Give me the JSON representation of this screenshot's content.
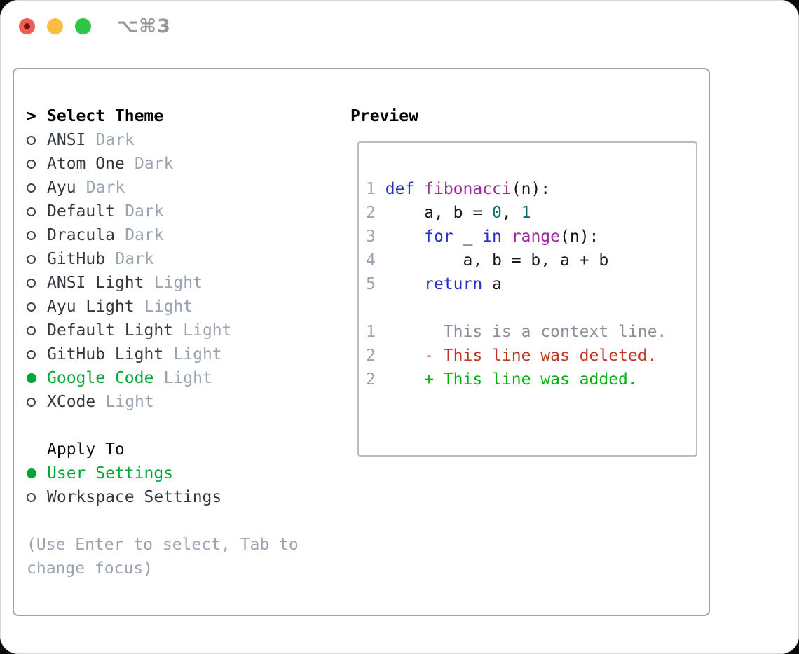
{
  "titlebar": {
    "shortcut_label": "⌥⌘3"
  },
  "colors": {
    "accent_green": "#00a737",
    "keyword_blue": "#2434c0",
    "function_purple": "#9a2a9e",
    "literal_teal": "#0d6b6e",
    "deleted_red": "#c23420",
    "added_green": "#00b40b",
    "muted_gray": "#9aa4b1",
    "line_number_gray": "#9aa6b4",
    "context_gray": "#8a919a"
  },
  "theme_panel": {
    "prompt": ">",
    "title": "Select Theme",
    "themes": [
      {
        "name": "ANSI",
        "variant": "Dark",
        "selected": false
      },
      {
        "name": "Atom One",
        "variant": "Dark",
        "selected": false
      },
      {
        "name": "Ayu",
        "variant": "Dark",
        "selected": false
      },
      {
        "name": "Default",
        "variant": "Dark",
        "selected": false
      },
      {
        "name": "Dracula",
        "variant": "Dark",
        "selected": false
      },
      {
        "name": "GitHub",
        "variant": "Dark",
        "selected": false
      },
      {
        "name": "ANSI Light",
        "variant": "Light",
        "selected": false
      },
      {
        "name": "Ayu Light",
        "variant": "Light",
        "selected": false
      },
      {
        "name": "Default Light",
        "variant": "Light",
        "selected": false
      },
      {
        "name": "GitHub Light",
        "variant": "Light",
        "selected": false
      },
      {
        "name": "Google Code",
        "variant": "Light",
        "selected": true
      },
      {
        "name": "XCode",
        "variant": "Light",
        "selected": false
      }
    ],
    "apply_to": {
      "title": "Apply To",
      "options": [
        {
          "name": "User Settings",
          "selected": true
        },
        {
          "name": "Workspace Settings",
          "selected": false
        }
      ]
    },
    "help": {
      "line1": "(Use Enter to select, Tab to",
      "line2": "change focus)"
    }
  },
  "preview": {
    "title": "Preview",
    "code_lines": [
      {
        "num": "1",
        "segments": [
          {
            "text": " ",
            "style": "plain"
          },
          {
            "text": "def",
            "style": "keyword"
          },
          {
            "text": " ",
            "style": "plain"
          },
          {
            "text": "fibonacci",
            "style": "function"
          },
          {
            "text": "(n):",
            "style": "plain"
          }
        ]
      },
      {
        "num": "2",
        "segments": [
          {
            "text": "     a, b = ",
            "style": "plain"
          },
          {
            "text": "0",
            "style": "literal"
          },
          {
            "text": ", ",
            "style": "plain"
          },
          {
            "text": "1",
            "style": "literal"
          }
        ]
      },
      {
        "num": "3",
        "segments": [
          {
            "text": "     ",
            "style": "plain"
          },
          {
            "text": "for",
            "style": "keyword"
          },
          {
            "text": " _ ",
            "style": "plain"
          },
          {
            "text": "in",
            "style": "keyword"
          },
          {
            "text": " ",
            "style": "plain"
          },
          {
            "text": "range",
            "style": "function"
          },
          {
            "text": "(n):",
            "style": "plain"
          }
        ]
      },
      {
        "num": "4",
        "segments": [
          {
            "text": "         a, b = b, a + b",
            "style": "plain"
          }
        ]
      },
      {
        "num": "5",
        "segments": [
          {
            "text": "     ",
            "style": "plain"
          },
          {
            "text": "return",
            "style": "keyword"
          },
          {
            "text": " a",
            "style": "plain"
          }
        ]
      }
    ],
    "diff_lines": [
      {
        "num": "1",
        "segments": [
          {
            "text": "       This is a context line.",
            "style": "context"
          }
        ]
      },
      {
        "num": "2",
        "segments": [
          {
            "text": "     ",
            "style": "plain"
          },
          {
            "text": "- This line was deleted.",
            "style": "deleted"
          }
        ]
      },
      {
        "num": "2",
        "segments": [
          {
            "text": "     ",
            "style": "plain"
          },
          {
            "text": "+ This line was added.",
            "style": "added"
          }
        ]
      }
    ]
  }
}
